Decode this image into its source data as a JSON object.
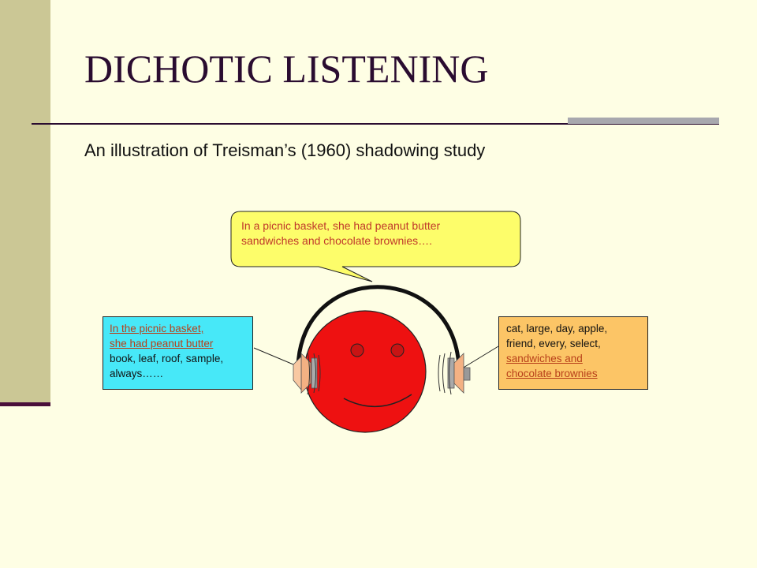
{
  "slide": {
    "title": "DICHOTIC LISTENING",
    "subtitle": "An illustration of Treisman’s (1960) shadowing study"
  },
  "speech_bubble": {
    "line1": "In a picnic basket, she had peanut butter",
    "line2": "sandwiches and chocolate brownies…."
  },
  "left_ear": {
    "attended_line1": "In the picnic basket,",
    "attended_line2": "she had peanut butter",
    "unattended_line1": "book, leaf, roof, sample,",
    "unattended_line2": "always……"
  },
  "right_ear": {
    "unattended_line1": "cat, large, day, apple,",
    "unattended_line2": "friend, every, select,",
    "attended_line1": "sandwiches and",
    "attended_line2": "chocolate brownies"
  },
  "colors": {
    "background": "#fefee4",
    "sidebar": "#cbc795",
    "title": "#2a0c30",
    "bubble_fill": "#fdfd6a",
    "face_fill": "#ee1111",
    "left_box_fill": "#47e8f8",
    "right_box_fill": "#fcc566",
    "attended_text": "#b8401a"
  }
}
